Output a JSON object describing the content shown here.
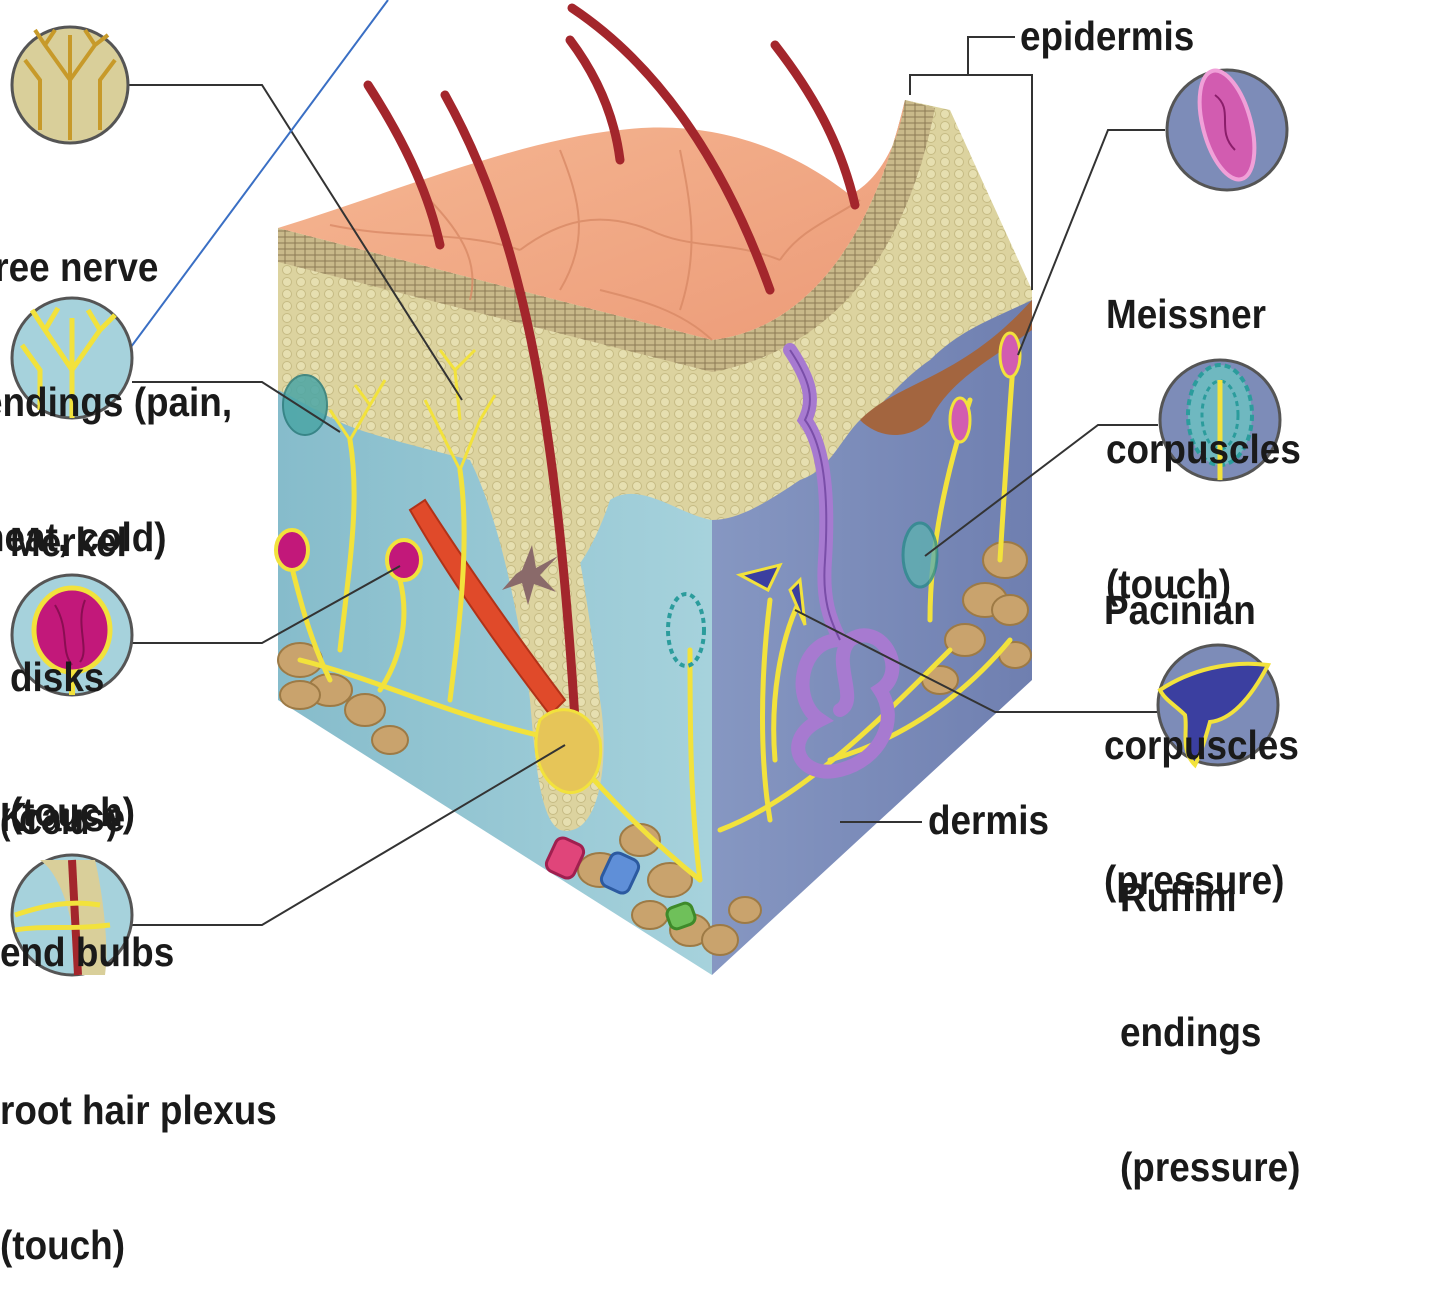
{
  "labels": {
    "free_nerve": [
      "free nerve",
      "endings (pain,",
      "heat, cold)"
    ],
    "merkel": [
      "Merkel",
      "disks",
      "(touch)"
    ],
    "krause": [
      "Krause",
      "end bulbs"
    ],
    "krause_note": "( Cold  )",
    "root_hair": [
      "root hair plexus",
      "(touch)"
    ],
    "epidermis": "epidermis",
    "meissner": [
      "Meissner",
      "corpuscles",
      "(touch)"
    ],
    "pacinian": [
      "Pacinian",
      "corpuscles",
      "(pressure)"
    ],
    "ruffini": [
      "Ruffini",
      "endings",
      "(pressure)"
    ],
    "dermis": "dermis"
  },
  "colors": {
    "skin_top": "#f2a783",
    "epidermis": "#d9cf9a",
    "dermis_left": "#8fc3cf",
    "dermis_right": "#7d8cb8",
    "fat": "#c9a36d",
    "hair": "#a3262c",
    "nerve": "#f2e23c",
    "leader": "#333333",
    "blue_line": "#3a6fc4"
  }
}
